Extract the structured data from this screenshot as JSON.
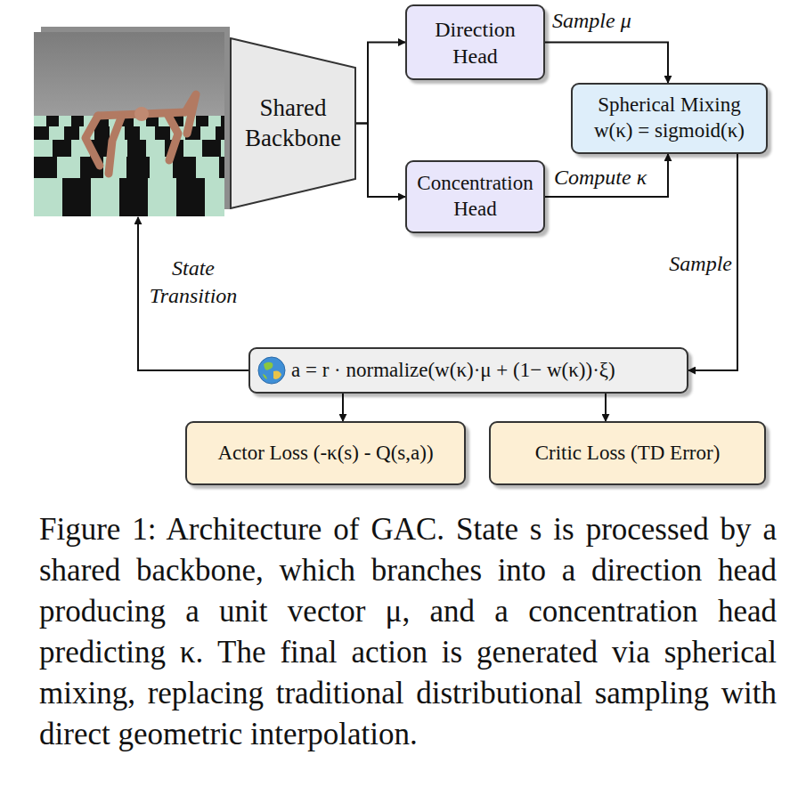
{
  "diagram": {
    "caption": "Figure 1: Architecture of GAC. State s is processed by a shared backbone, which branches into a direction head producing a unit vector μ, and a concentration head predicting κ. The final action is generated via spherical mixing, replacing traditional distributional sampling with direct geometric interpolation.",
    "nodes": [
      {
        "text": [
          "Shared Backbone"
        ]
      },
      {
        "text": [
          "Direction Head"
        ]
      },
      {
        "text": [
          "Concentration Head"
        ]
      },
      {
        "text": [
          "Spherical Mixing",
          "w(κ) = sigmoid(κ)"
        ]
      },
      {
        "text": [
          "a = r · normalize(w(κ)·μ + (1− w(κ))·ξ)"
        ]
      },
      {
        "text": [
          "Actor Loss (-κ(s) - Q(s,a))"
        ]
      },
      {
        "text": [
          "Critic Loss (TD Error)"
        ]
      }
    ],
    "edges": [
      {
        "from": 0,
        "to": 1,
        "arrow": "to"
      },
      {
        "from": 0,
        "to": 2,
        "arrow": "to"
      },
      {
        "from": 1,
        "to": 3,
        "label": "Sample μ",
        "arrow": "to"
      },
      {
        "from": 2,
        "to": 3,
        "label": "Compute κ",
        "arrow": "to"
      },
      {
        "from": 3,
        "to": 4,
        "label": "Sample",
        "arrow": "to"
      },
      {
        "from": 4,
        "to": 5,
        "arrow": "to"
      },
      {
        "from": 4,
        "to": 6,
        "arrow": "to"
      }
    ],
    "labels": [
      "State Transition"
    ]
  }
}
